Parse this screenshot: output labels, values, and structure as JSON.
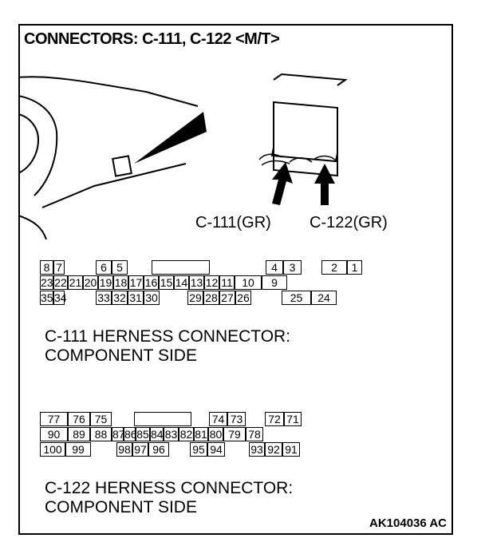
{
  "title": "CONNECTORS: C-111, C-122 <M/T>",
  "callouts": {
    "c111": "C-111(GR)",
    "c122": "C-122(GR)"
  },
  "c111": {
    "caption_line1": "C-111 HERNESS CONNECTOR:",
    "caption_line2": "COMPONENT SIDE",
    "rows": [
      [
        "8",
        "7",
        "",
        "6",
        "5",
        "",
        "",
        "",
        "",
        "4",
        "3",
        "",
        "2",
        "1"
      ],
      [
        "23",
        "22",
        "21",
        "20",
        "19",
        "18",
        "17",
        "16",
        "15",
        "14",
        "13",
        "12",
        "11",
        "10",
        "9"
      ],
      [
        "35",
        "34",
        "",
        "33",
        "32",
        "31",
        "30",
        "",
        "29",
        "28",
        "27",
        "26",
        "",
        "25",
        "24"
      ]
    ]
  },
  "c122": {
    "caption_line1": "C-122 HERNESS CONNECTOR:",
    "caption_line2": "COMPONENT SIDE",
    "rows": [
      [
        "77",
        "76",
        "75",
        "",
        "",
        "",
        "74",
        "73",
        "",
        "72",
        "71"
      ],
      [
        "90",
        "89",
        "88",
        "87",
        "86",
        "85",
        "84",
        "83",
        "82",
        "81",
        "80",
        "79",
        "78"
      ],
      [
        "100",
        "99",
        "",
        "98",
        "97",
        "96",
        "",
        "95",
        "94",
        "",
        "93",
        "92",
        "91"
      ]
    ]
  },
  "figure_code": "AK104036 AC"
}
